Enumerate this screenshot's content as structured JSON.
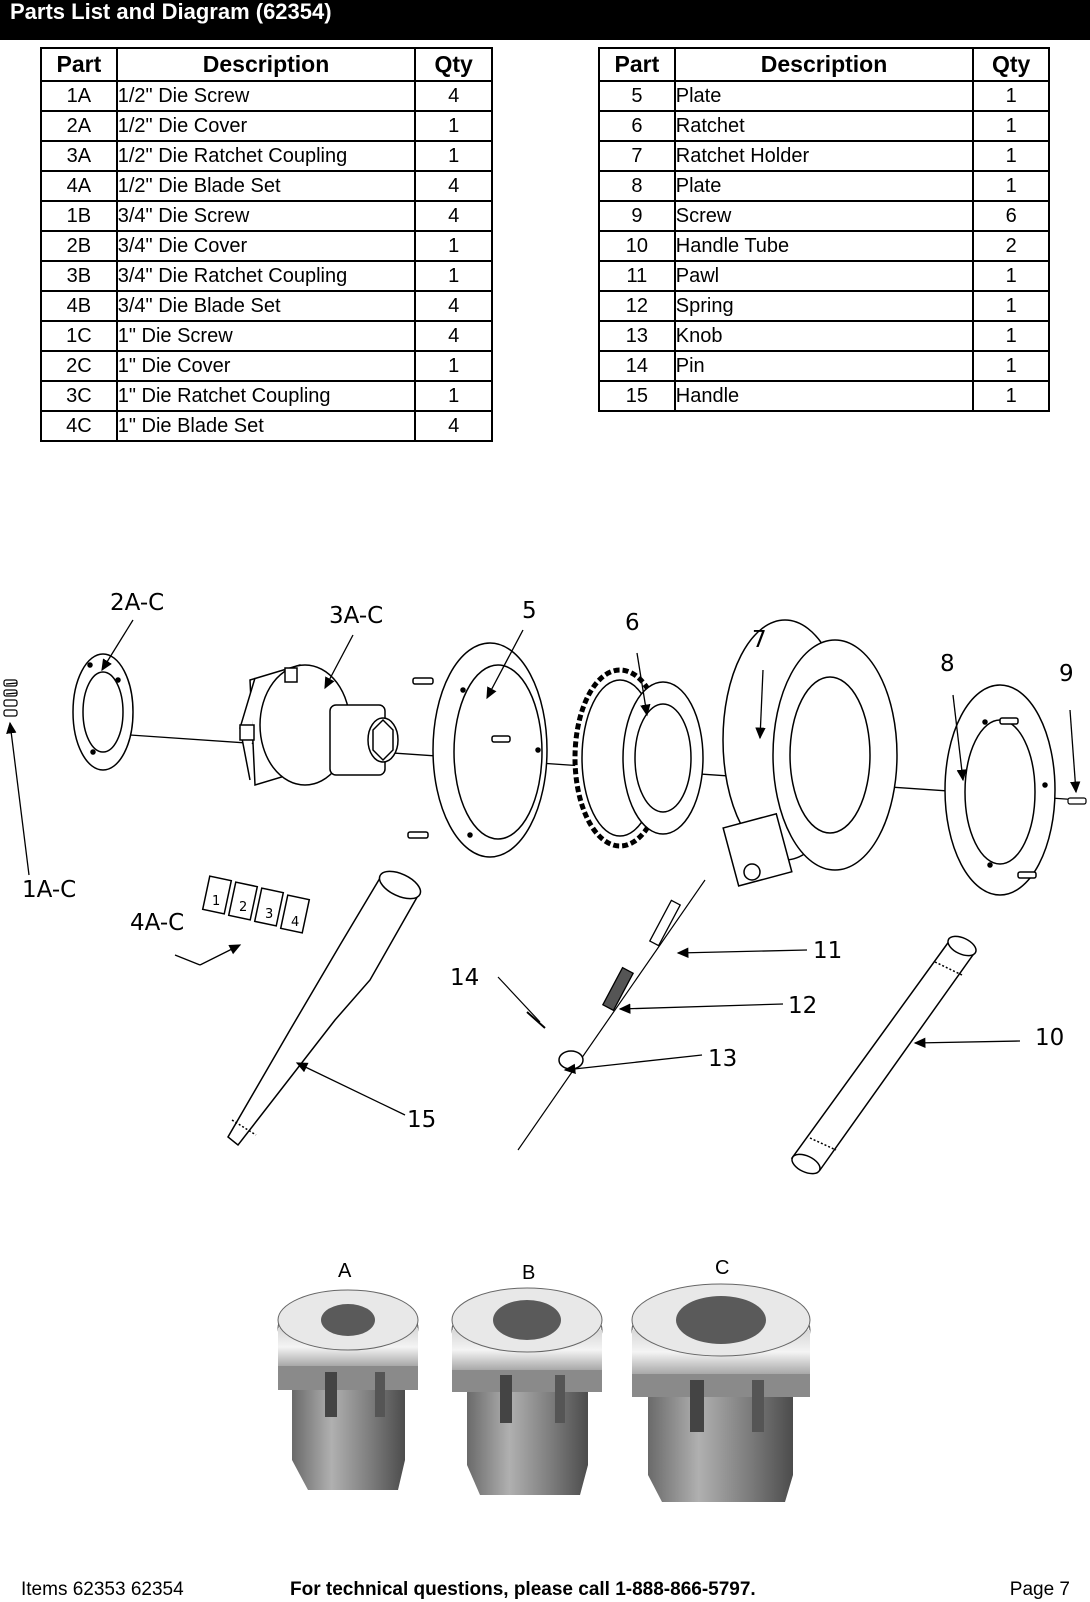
{
  "header": {
    "title": "Parts List and Diagram (62354)"
  },
  "table_left": {
    "columns": [
      "Part",
      "Description",
      "Qty"
    ],
    "rows": [
      [
        "1A",
        "1/2\" Die Screw",
        "4"
      ],
      [
        "2A",
        "1/2\" Die Cover",
        "1"
      ],
      [
        "3A",
        "1/2\" Die Ratchet Coupling",
        "1"
      ],
      [
        "4A",
        "1/2\" Die Blade Set",
        "4"
      ],
      [
        "1B",
        "3/4\" Die Screw",
        "4"
      ],
      [
        "2B",
        "3/4\" Die Cover",
        "1"
      ],
      [
        "3B",
        "3/4\" Die Ratchet Coupling",
        "1"
      ],
      [
        "4B",
        "3/4\" Die Blade Set",
        "4"
      ],
      [
        "1C",
        "1\" Die Screw",
        "4"
      ],
      [
        "2C",
        "1\" Die Cover",
        "1"
      ],
      [
        "3C",
        "1\" Die Ratchet Coupling",
        "1"
      ],
      [
        "4C",
        "1\" Die Blade Set",
        "4"
      ]
    ]
  },
  "table_right": {
    "columns": [
      "Part",
      "Description",
      "Qty"
    ],
    "rows": [
      [
        "5",
        "Plate",
        "1"
      ],
      [
        "6",
        "Ratchet",
        "1"
      ],
      [
        "7",
        "Ratchet Holder",
        "1"
      ],
      [
        "8",
        "Plate",
        "1"
      ],
      [
        "9",
        "Screw",
        "6"
      ],
      [
        "10",
        "Handle Tube",
        "2"
      ],
      [
        "11",
        "Pawl",
        "1"
      ],
      [
        "12",
        "Spring",
        "1"
      ],
      [
        "13",
        "Knob",
        "1"
      ],
      [
        "14",
        "Pin",
        "1"
      ],
      [
        "15",
        "Handle",
        "1"
      ]
    ]
  },
  "diagram": {
    "callouts": {
      "c2AC": "2A-C",
      "c3AC": "3A-C",
      "c5": "5",
      "c6": "6",
      "c7": "7",
      "c8": "8",
      "c9": "9",
      "c1AC": "1A-C",
      "c4AC": "4A-C",
      "c11": "11",
      "c12": "12",
      "c13": "13",
      "c14": "14",
      "c15": "15",
      "c10": "10"
    },
    "blade_numbers": [
      "1",
      "2",
      "3",
      "4"
    ],
    "die_labels": {
      "a": "A",
      "b": "B",
      "c": "C"
    }
  },
  "footer": {
    "items": "Items 62353 62354",
    "support": "For technical questions, please call 1-888-866-5797.",
    "page": "Page 7"
  }
}
